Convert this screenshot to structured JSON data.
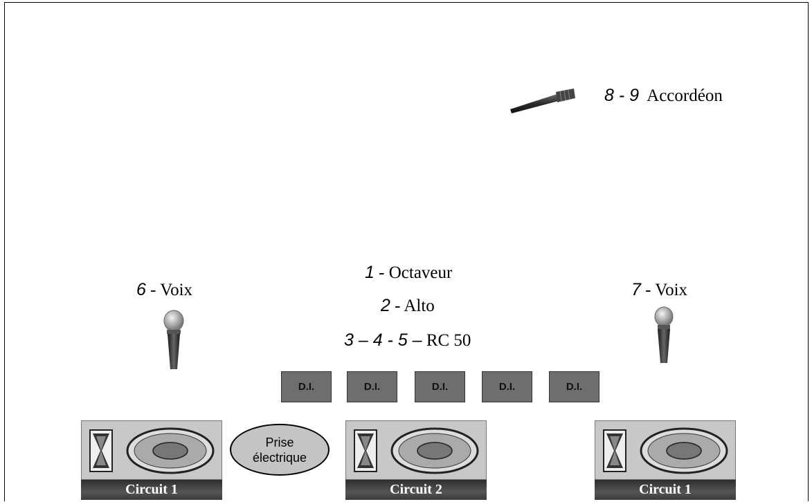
{
  "mic_top": {
    "num": "8 - 9",
    "label": "Accordéon"
  },
  "mic_left": {
    "num": "6",
    "label": "- Voix"
  },
  "mic_right": {
    "num": "7",
    "label": "- Voix"
  },
  "center_labels": [
    {
      "num": "1",
      "label": "- Octaveur"
    },
    {
      "num": "2",
      "label": "- Alto"
    },
    {
      "num": "3 – 4 - 5 –",
      "label": "RC 50"
    }
  ],
  "di_boxes": [
    "D.I.",
    "D.I.",
    "D.I.",
    "D.I.",
    "D.I."
  ],
  "speakers": [
    "Circuit 1",
    "Circuit 2",
    "Circuit 1"
  ],
  "prise": {
    "line1": "Prise",
    "line2": "électrique"
  }
}
